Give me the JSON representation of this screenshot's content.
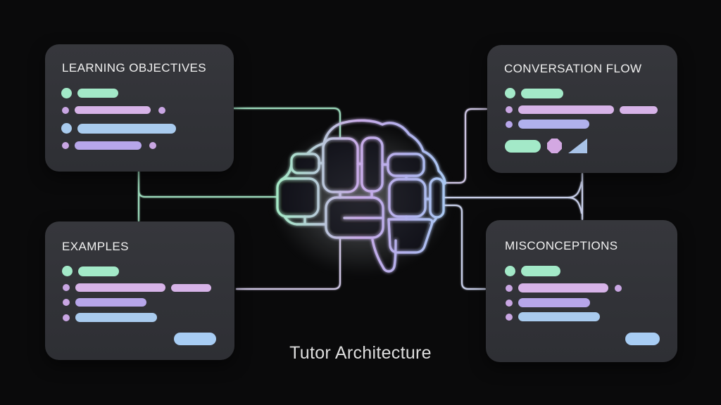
{
  "diagram": {
    "title": "Tutor Architecture",
    "center_icon": "brain-circuit-icon"
  },
  "cards": [
    {
      "id": "learning-objectives",
      "title": "LEARNING OBJECTIVES",
      "position": "top-left"
    },
    {
      "id": "conversation-flow",
      "title": "CONVERSATION FLOW",
      "position": "top-right"
    },
    {
      "id": "examples",
      "title": "EXAMPLES",
      "position": "bottom-left"
    },
    {
      "id": "misconceptions",
      "title": "MISCONCEPTIONS",
      "position": "bottom-right"
    }
  ],
  "palette": {
    "green": "#a3e9c8",
    "pink": "#d7b3e8",
    "lavender": "#b7a6ea",
    "periwinkle": "#b0b1ec",
    "blue": "#a9cbee",
    "blue_bright": "#a8cdf4",
    "dot_purple": "#c9a6e3",
    "octagon_purple": "#d3a8e2",
    "triangle_blue": "#a8c3e8",
    "line_green": "#9bd8ba",
    "line_lavender": "#cfc6e4",
    "line_periwinkle": "#c9d0ea",
    "brain_green": "#a4e8c6",
    "brain_purple": "#c9abe8",
    "brain_blue": "#a9c9f2",
    "card_bg": "#323338",
    "page_bg": "#0a0a0b",
    "card_title_color": "#f1f1f1",
    "title_color": "#dedede"
  }
}
